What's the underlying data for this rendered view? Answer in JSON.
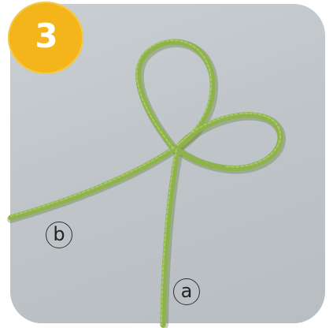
{
  "step": {
    "number": "3",
    "badge_color": "#f3b51a"
  },
  "labels": {
    "end_a": "a",
    "end_b": "b"
  },
  "photo": {
    "background_color": "#c3c9cd",
    "cord_color": "#8eb34a"
  }
}
